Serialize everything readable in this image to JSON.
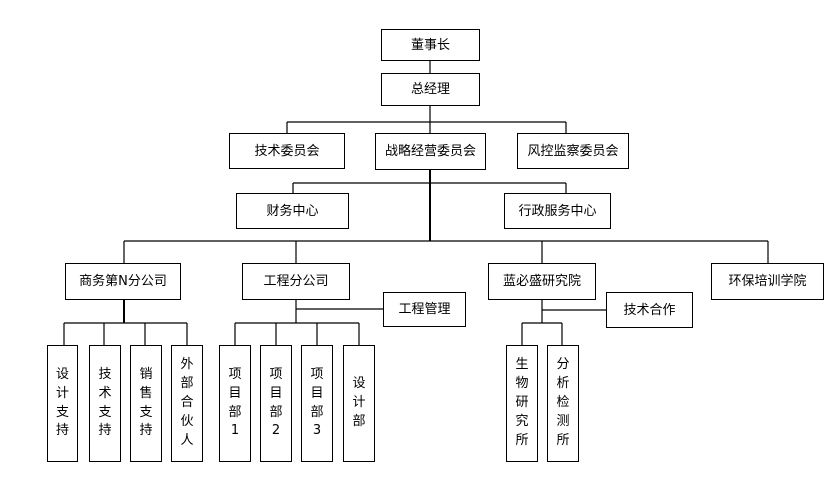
{
  "colors": {
    "line": "#000000",
    "box_border": "#000000",
    "box_fill": "#ffffff"
  },
  "org": {
    "chairman": "董事长",
    "gm": "总经理",
    "committees": {
      "tech": "技术委员会",
      "strategy": "战略经营委员会",
      "risk": "风控监察委员会"
    },
    "centers": {
      "finance": "财务中心",
      "admin": "行政服务中心"
    },
    "divisions": {
      "commerce": "商务第N分公司",
      "engineering": "工程分公司",
      "institute": "蓝必盛研究院",
      "academy": "环保培训学院"
    },
    "engineering_mgmt": "工程管理",
    "tech_coop": "技术合作",
    "commerce_depts": [
      "设计支持",
      "技术支持",
      "销售支持",
      "外部合伙人"
    ],
    "engineering_depts": [
      "项目部1",
      "项目部2",
      "项目部3",
      "设计部"
    ],
    "institute_depts": [
      "生物研究所",
      "分析检测所"
    ]
  }
}
